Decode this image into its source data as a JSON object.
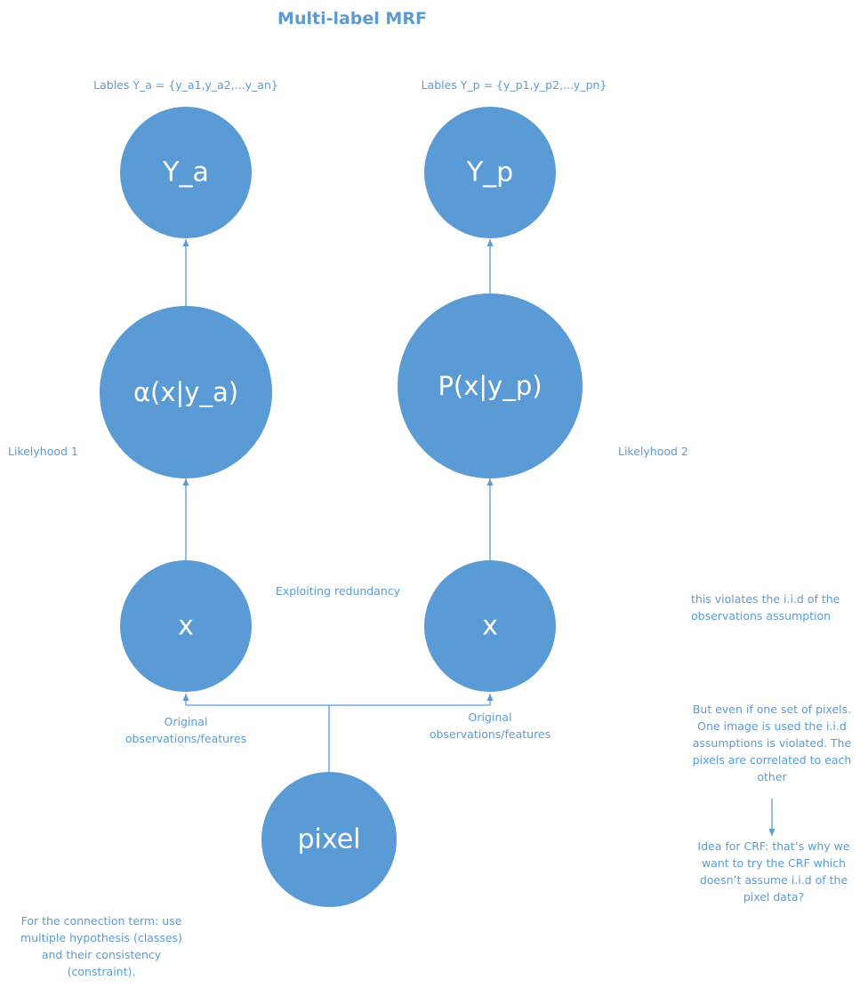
{
  "title": "Multi-label MRF",
  "nodes": {
    "y_a": "Y_a",
    "y_p": "Y_p",
    "alpha": "α(x|y_a)",
    "p": "P(x|y_p)",
    "x_left": "x",
    "x_right": "x",
    "pixel": "pixel"
  },
  "labels": {
    "labels_a": "Lables Y_a = {y_a1,y_a2,...y_an}",
    "labels_p": "Lables Y_p = {y_p1,y_p2,...y_pn}",
    "likelihood1": "Likelyhood 1",
    "likelihood2": "Likelyhood 2",
    "redundancy": "Exploiting redundancy",
    "orig_left_1": "Original",
    "orig_left_2": "observations/features",
    "orig_right_1": "Original",
    "orig_right_2": "observations/features"
  },
  "notes": {
    "iid_1": "this violates the i.i.d of the",
    "iid_2": "observations  assumption",
    "even_1": "But even if one set of pixels.",
    "even_2": "One image is used the i.i.d",
    "even_3": "assumptions is violated. The",
    "even_4": "pixels are correlated to each",
    "even_5": "other",
    "crf_1": "Idea for CRF: that’s why we",
    "crf_2": "want to try the CRF which",
    "crf_3": "doesn’t assume i.i.d of the",
    "crf_4": "pixel data?",
    "conn_1": "For the connection term: use",
    "conn_2": "multiple hypothesis (classes)",
    "conn_3": "and their consistency",
    "conn_4": "(constraint)."
  },
  "colors": {
    "node_fill": "#5b9bd5",
    "node_text": "#ffffff",
    "text": "#5b9bd5",
    "background": "#ffffff"
  }
}
